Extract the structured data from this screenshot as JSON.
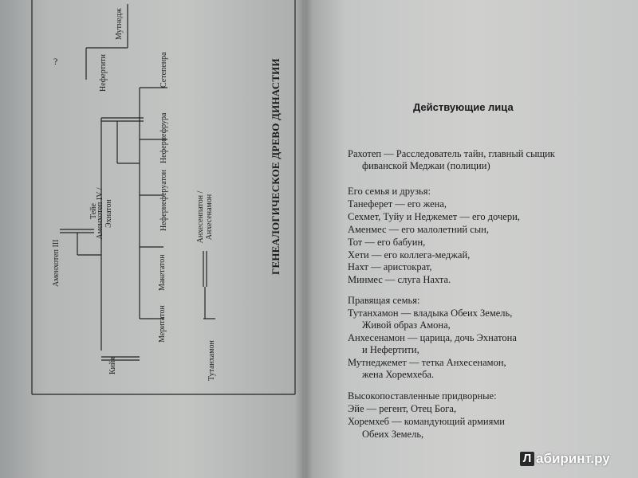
{
  "left_page": {
    "title": "ГЕНЕАЛОГИЧЕСКОЕ ДРЕВО ДИНАСТИИ",
    "tree": {
      "amenhotep3": "Аменхотеп III",
      "teie": "Тейе",
      "akhenaten": "Аменхотеп IV / Эхнатон",
      "kiya": "Кийя",
      "nefertiti": "Нефертити",
      "mutnedjmet": "Мутнедж",
      "unknown": "?",
      "meritaten": "Меритатон",
      "maketaten": "Макетатон",
      "ankhesenpaaten": "Анхесенпатон / Анхесенамон",
      "neferneferuaten": "Нефернеферуатон",
      "neferneferure": "Нефернефрура",
      "setepenre": "Сетепенра",
      "tutankhamun": "Тутанхамон"
    }
  },
  "right_page": {
    "heading": "Действующие лица",
    "lines": [
      "Рахотеп — Расследователь тайн, главный сыщик",
      "фиванской Меджаи (полиции)",
      "Его семья и друзья:",
      "Танеферет — его жена,",
      "Сехмет, Туйу и Неджемет — его дочери,",
      "Аменмес — его малолетний сын,",
      "Тот — его бабуин,",
      "Хети — его коллега-меджай,",
      "Нахт — аристократ,",
      "Минмес — слуга Нахта.",
      "Правящая семья:",
      "Тутанхамон — владыка Обеих Земель,",
      "Живой образ Амона,",
      "Анхесенамон — царица, дочь Эхнатона",
      "и Нефертити,",
      "Мутнеджемет — тетка Анхесенамон,",
      "жена Хоремхеба.",
      "Высокопоставленные придворные:",
      "Эйе — регент, Отец Бога,",
      "Хоремхеб — командующий армиями",
      "Обеих Земель,"
    ]
  },
  "watermark": {
    "letter": "Л",
    "text": "абиринт.ру"
  }
}
